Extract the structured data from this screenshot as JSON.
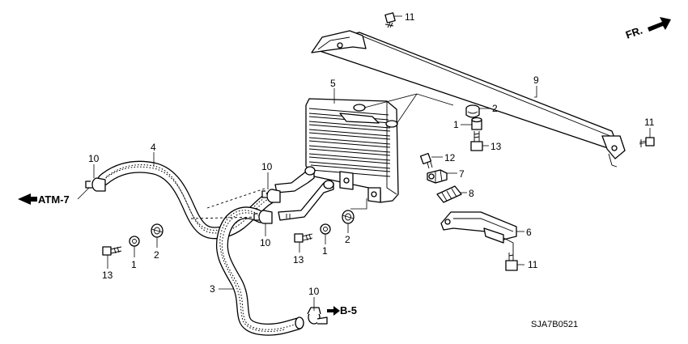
{
  "direction_label": "FR.",
  "diagram_code": "SJA7B0521",
  "references": {
    "atm": "ATM-7",
    "b5": "B-5"
  },
  "callouts": {
    "c1a": "1",
    "c1b": "1",
    "c1c": "1",
    "c2a": "2",
    "c2b": "2",
    "c2c": "2",
    "c3": "3",
    "c4": "4",
    "c5": "5",
    "c6": "6",
    "c7": "7",
    "c8": "8",
    "c9": "9",
    "c10a": "10",
    "c10b": "10",
    "c10c": "10",
    "c10d": "10",
    "c11a": "11",
    "c11b": "11",
    "c11c": "11",
    "c12": "12",
    "c13a": "13",
    "c13b": "13",
    "c13c": "13"
  }
}
